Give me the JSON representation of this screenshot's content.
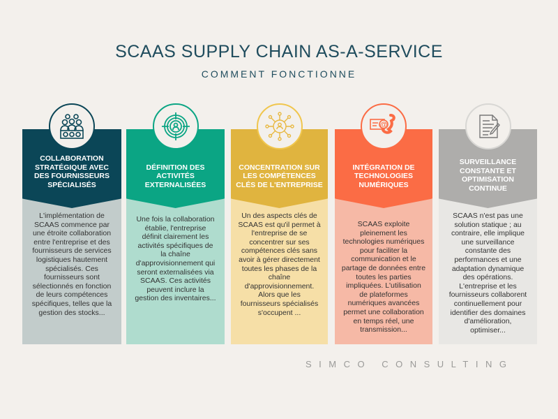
{
  "title": "SCAAS SUPPLY CHAIN AS-A-SERVICE",
  "subtitle": "COMMENT FONCTIONNE",
  "footer": "SIMCO CONSULTING",
  "steps": [
    {
      "icon": "team-collaboration-icon",
      "header": "COLLABORATION\nSTRATÉGIQUE AVEC\nDES FOURNISSEURS\nSPÉCIALISÉS",
      "body": "L'implémentation de\nSCAAS commence par\nune étroite collaboration\nentre l'entreprise et des\nfournisseurs de services\nlogistiques hautement\nspécialisés. Ces\nfournisseurs sont\nsélectionnés en fonction\nde leurs compétences\nspécifiques, telles que la\ngestion des stocks...",
      "header_color": "#0b4657",
      "body_color": "#c2cccb"
    },
    {
      "icon": "target-user-icon",
      "header": "DÉFINITION DES\nACTIVITÉS\nEXTERNALISÉES",
      "body": "Une fois la collaboration\nétablie, l'entreprise\ndéfinit clairement les\nactivités spécifiques de\nla chaîne\nd'approvisionnement qui\nseront externalisées via\nSCAAS. Ces activités\npeuvent inclure la\ngestion des inventaires...",
      "header_color": "#0ba584",
      "body_color": "#afdcce"
    },
    {
      "icon": "network-user-icon",
      "header": "CONCENTRATION SUR\nLES COMPÉTENCES\nCLÉS DE L'ENTREPRISE",
      "body": "Un des aspects clés de\nSCAAS est qu'il permet à\nl'entreprise de se\nconcentrer sur ses\ncompétences clés sans\navoir à gérer directement\ntoutes les phases de la\nchaîne\nd'approvisionnement.\nAlors que les\nfournisseurs spécialisés\ns'occupent ...",
      "header_color": "#e0b43f",
      "body_color": "#f6dfa7"
    },
    {
      "icon": "digital-communication-icon",
      "header": "INTÉGRATION DE\nTECHNOLOGIES\nNUMÉRIQUES",
      "body": "SCAAS exploite\npleinement les\ntechnologies numériques\npour faciliter la\ncommunication et le\npartage de données entre\ntoutes les parties\nimpliquées. L'utilisation\nde plateformes\nnumériques avancées\npermet une collaboration\nen temps réel, une\ntransmission...",
      "header_color": "#fb6c45",
      "body_color": "#f6b9a6"
    },
    {
      "icon": "document-edit-icon",
      "header": "SURVEILLANCE\nCONSTANTE ET\nOPTIMISATION\nCONTINUE",
      "body": "SCAAS n'est pas une\nsolution statique ; au\ncontraire, elle implique\nune surveillance\nconstante des\nperformances et une\nadaptation dynamique\ndes opérations.\nL'entreprise et les\nfournisseurs collaborent\ncontinuellement pour\nidentifier des domaines\nd'amélioration,\noptimiser...",
      "header_color": "#aeadab",
      "body_color": "#e8e7e4"
    }
  ]
}
